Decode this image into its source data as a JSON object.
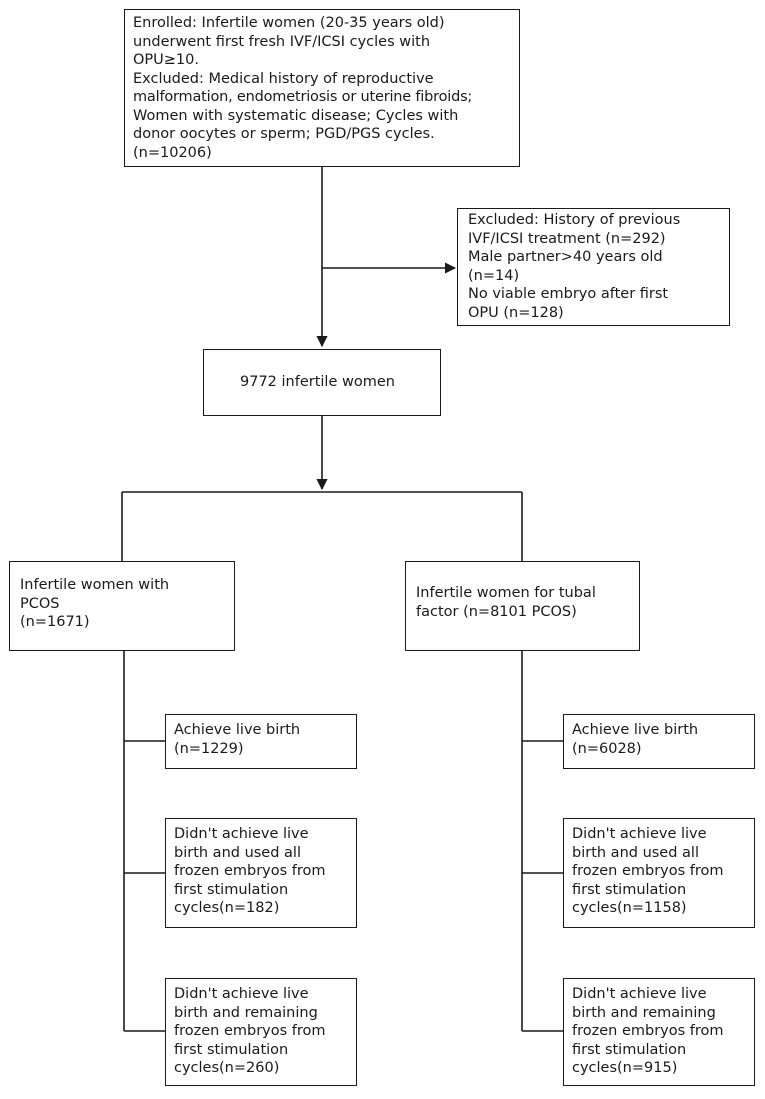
{
  "enrollment": {
    "lines": [
      "Enrolled: Infertile women (20-35 years old)",
      "underwent first fresh IVF/ICSI cycles with",
      "OPU≥10.",
      "Excluded: Medical history of reproductive",
      "malformation, endometriosis or uterine fibroids;",
      "Women with systematic disease; Cycles with",
      "donor oocytes or sperm; PGD/PGS cycles.",
      "(n=10206)"
    ]
  },
  "exclusion": {
    "lines": [
      "Excluded: History of previous",
      "IVF/ICSI treatment (n=292)",
      "Male partner>40 years old",
      "(n=14)",
      "No viable embryo after first",
      "OPU (n=128)"
    ]
  },
  "total": {
    "text": "9772 infertile women"
  },
  "groups": {
    "pcos": {
      "lines": [
        "Infertile women with",
        "PCOS",
        "(n=1671)"
      ],
      "outcomes": [
        {
          "lines": [
            "Achieve live birth",
            "(n=1229)"
          ]
        },
        {
          "lines": [
            "Didn't achieve live",
            "birth and used all",
            "frozen embryos from",
            "first stimulation",
            "cycles(n=182)"
          ]
        },
        {
          "lines": [
            "Didn't achieve live",
            "birth and remaining",
            "frozen embryos from",
            "first stimulation",
            "cycles(n=260)"
          ]
        }
      ]
    },
    "tubal": {
      "lines": [
        "Infertile women for tubal",
        "factor (n=8101 PCOS)"
      ],
      "outcomes": [
        {
          "lines": [
            "Achieve live birth",
            "(n=6028)"
          ]
        },
        {
          "lines": [
            "Didn't achieve live",
            "birth and used all",
            "frozen embryos from",
            "first stimulation",
            "cycles(n=1158)"
          ]
        },
        {
          "lines": [
            "Didn't achieve live",
            "birth and remaining",
            "frozen embryos from",
            "first stimulation",
            "cycles(n=915)"
          ]
        }
      ]
    }
  },
  "colors": {
    "line": "#1a1a1a",
    "background": "#ffffff"
  }
}
